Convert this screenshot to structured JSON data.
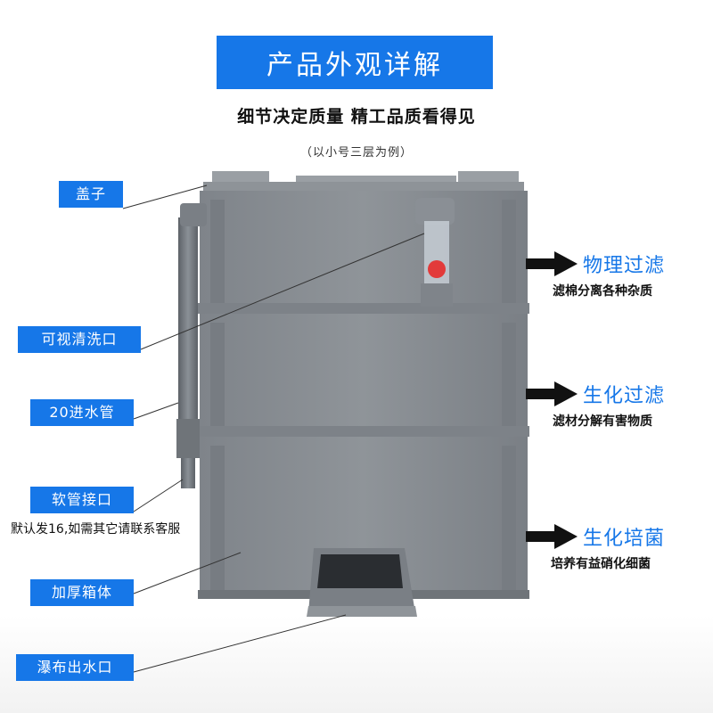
{
  "header": {
    "title": "产品外观详解",
    "subtitle": "细节决定质量 精工品质看得见",
    "note": "（以小号三层为例）"
  },
  "left_labels": [
    {
      "name": "lid",
      "text": "盖子"
    },
    {
      "name": "viewing-window",
      "text": "可视清洗口"
    },
    {
      "name": "inlet-pipe",
      "text": "20进水管"
    },
    {
      "name": "hose-connector",
      "text": "软管接口"
    },
    {
      "name": "thick-body",
      "text": "加厚箱体"
    },
    {
      "name": "waterfall-outlet",
      "text": "瀑布出水口"
    }
  ],
  "hose_note": "默认发16,如需其它请联系客服",
  "right_labels": [
    {
      "title": "物理过滤",
      "sub": "滤棉分离各种杂质"
    },
    {
      "title": "生化过滤",
      "sub": "滤材分解有害物质"
    },
    {
      "title": "生化培菌",
      "sub": "培养有益硝化细菌"
    }
  ],
  "colors": {
    "accent": "#1677e8",
    "box_gray": "#8c9196",
    "box_dark": "#6f7479"
  }
}
